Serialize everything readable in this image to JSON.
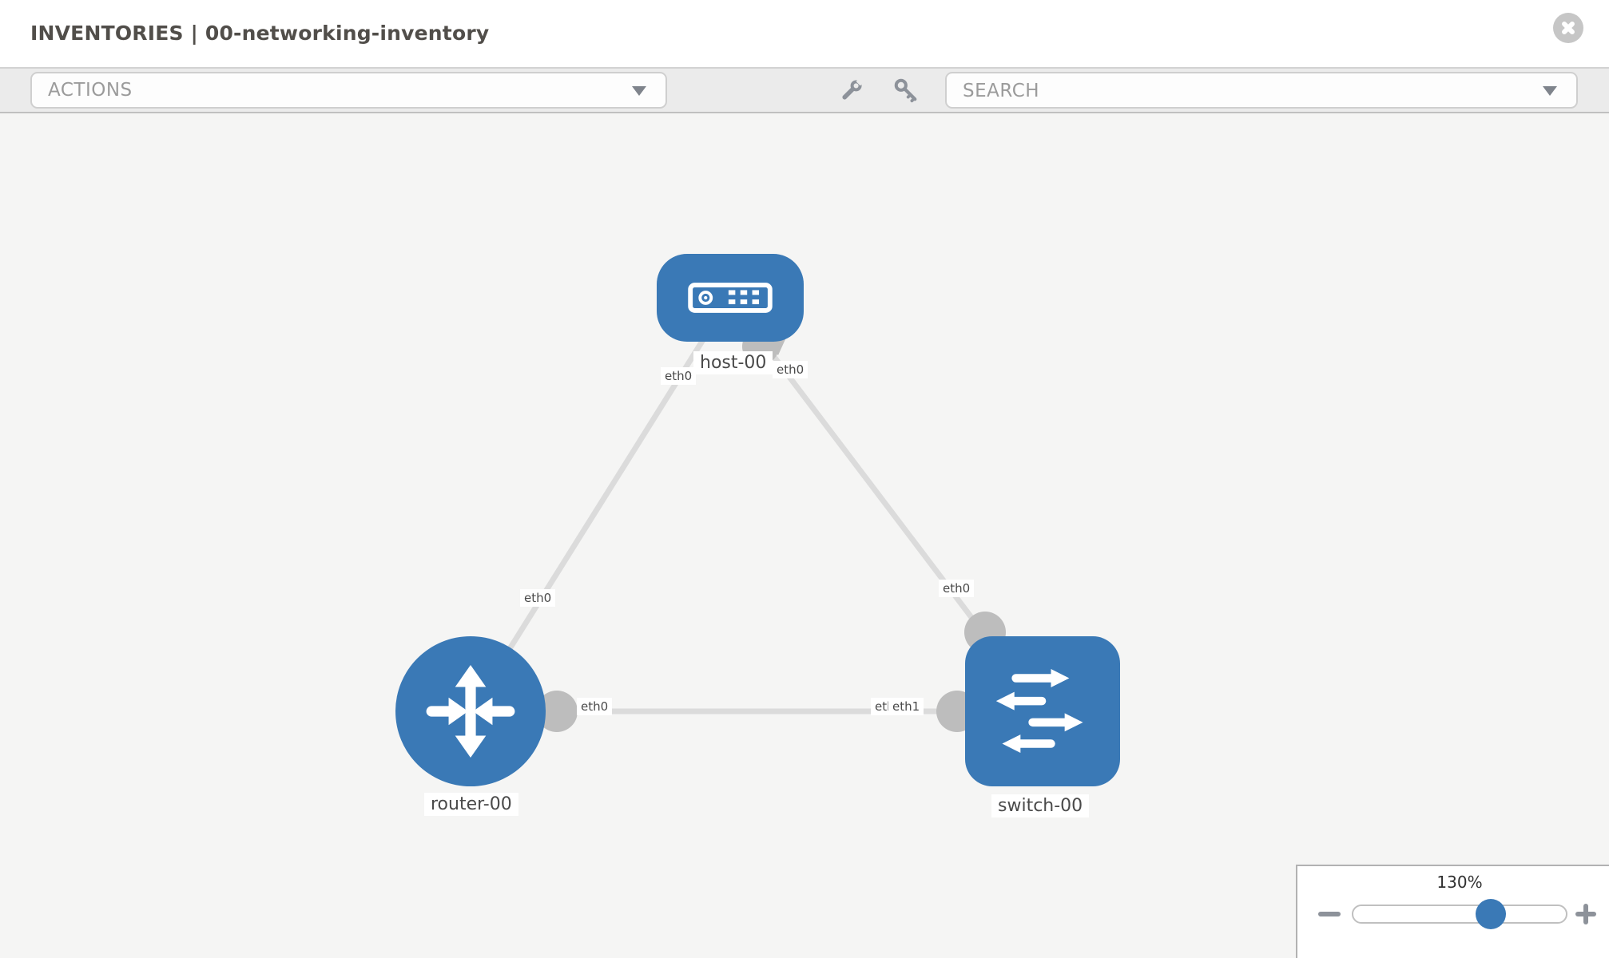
{
  "header": {
    "title": "INVENTORIES | 00-networking-inventory"
  },
  "toolbar": {
    "actions_label": "ACTIONS",
    "search_placeholder": "SEARCH",
    "icons": {
      "wrench": "wrench-icon",
      "key": "key-icon",
      "actions_caret": "chevron-down-icon",
      "search_caret": "chevron-down-icon",
      "close": "close-icon"
    }
  },
  "topology": {
    "nodes": [
      {
        "name": "host-00",
        "type": "host",
        "icon": "host-icon"
      },
      {
        "name": "router-00",
        "type": "router",
        "icon": "router-icon"
      },
      {
        "name": "switch-00",
        "type": "switch",
        "icon": "switch-icon"
      }
    ],
    "links": [
      {
        "from": "host-00",
        "from_if": "eth0",
        "to": "router-00",
        "to_if": "eth0"
      },
      {
        "from": "host-00",
        "from_if": "eth0",
        "to": "switch-00",
        "to_if": "eth0"
      },
      {
        "from": "router-00",
        "from_if": "eth0",
        "to": "switch-00",
        "to_if": "eth1"
      }
    ],
    "overlapped_label_back": "eth0"
  },
  "zoom_control": {
    "level": "130%",
    "icons": {
      "minus": "minus-icon",
      "plus": "plus-icon"
    }
  },
  "colors": {
    "node_blue": "#3a79b6",
    "link_gray": "#dbdbdb",
    "interface_gray": "#bdbdbd",
    "canvas_bg": "#f5f5f4",
    "toolbar_bg": "#ebebeb"
  }
}
